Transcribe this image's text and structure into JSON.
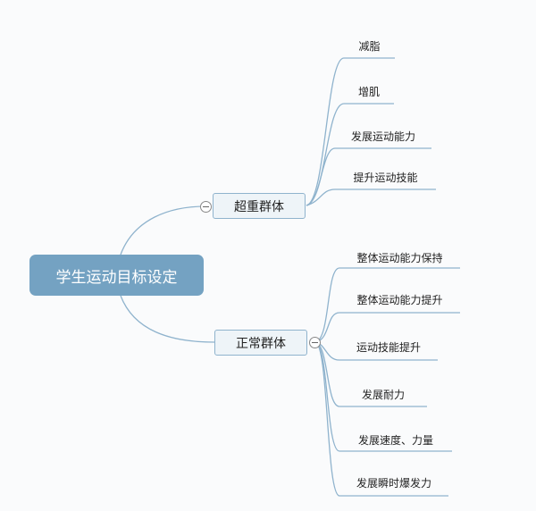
{
  "root": {
    "label": "学生运动目标设定"
  },
  "branches": [
    {
      "label": "超重群体",
      "children": [
        "减脂",
        "增肌",
        "发展运动能力",
        "提升运动技能"
      ]
    },
    {
      "label": "正常群体",
      "children": [
        "整体运动能力保持",
        "整体运动能力提升",
        "运动技能提升",
        "发展耐力",
        "发展速度、力量",
        "发展瞬时爆发力"
      ]
    }
  ],
  "colors": {
    "root": "#74a2c2",
    "line": "#8fb3cd"
  }
}
